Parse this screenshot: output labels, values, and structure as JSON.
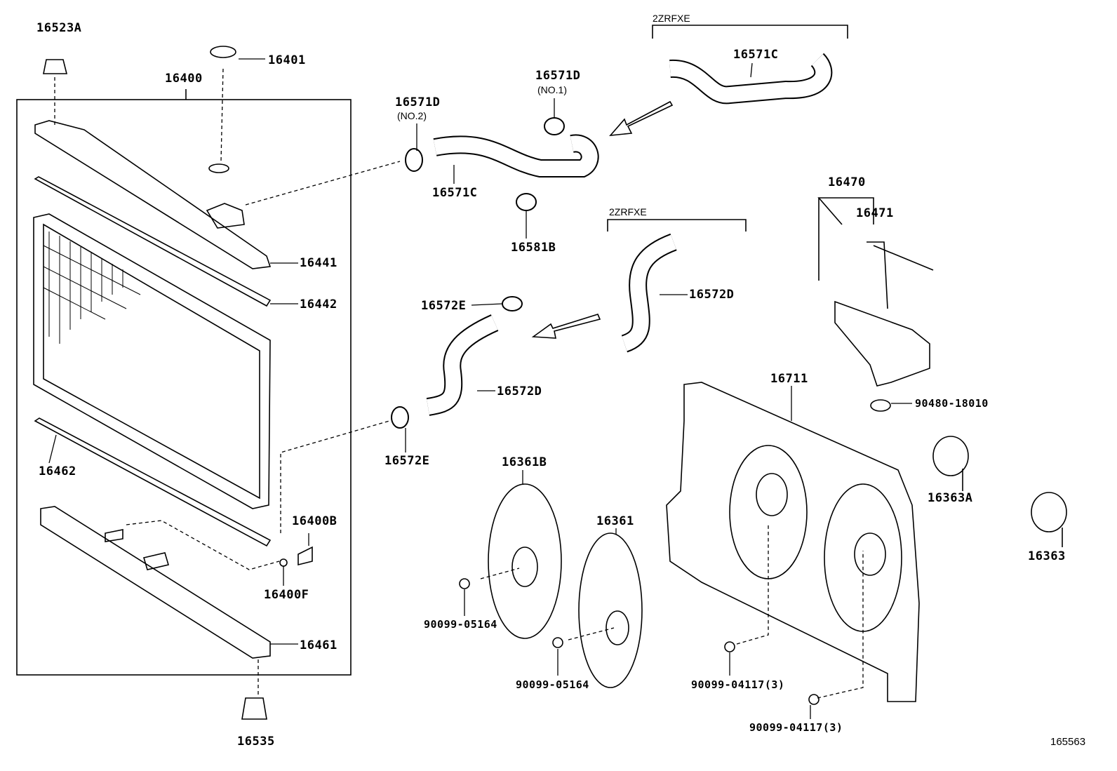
{
  "diagram_id": "165563",
  "engine_brackets": [
    "2ZRFXE",
    "2ZRFXE"
  ],
  "parts": {
    "p16523A": "16523A",
    "p16401": "16401",
    "p16400": "16400",
    "p16571D_no2": "16571D",
    "no2": "(NO.2)",
    "p16571D_no1": "16571D",
    "no1": "(NO.1)",
    "p16571C_upper": "16571C",
    "p16571C": "16571C",
    "p16581B": "16581B",
    "p16470": "16470",
    "p16471": "16471",
    "p16572D_upper": "16572D",
    "p16441": "16441",
    "p16442": "16442",
    "p16572E_top": "16572E",
    "p16572D": "16572D",
    "p16711": "16711",
    "p90480": "90480-18010",
    "p16462": "16462",
    "p16572E_bottom": "16572E",
    "p16361B": "16361B",
    "p16363A": "16363A",
    "p16400B": "16400B",
    "p16361": "16361",
    "p16363": "16363",
    "p16400F": "16400F",
    "p90099_05164_a": "90099-05164",
    "p16461": "16461",
    "p90099_05164_b": "90099-05164",
    "p90099_04117_a": "90099-04117(3)",
    "p90099_04117_b": "90099-04117(3)",
    "p16535": "16535"
  }
}
